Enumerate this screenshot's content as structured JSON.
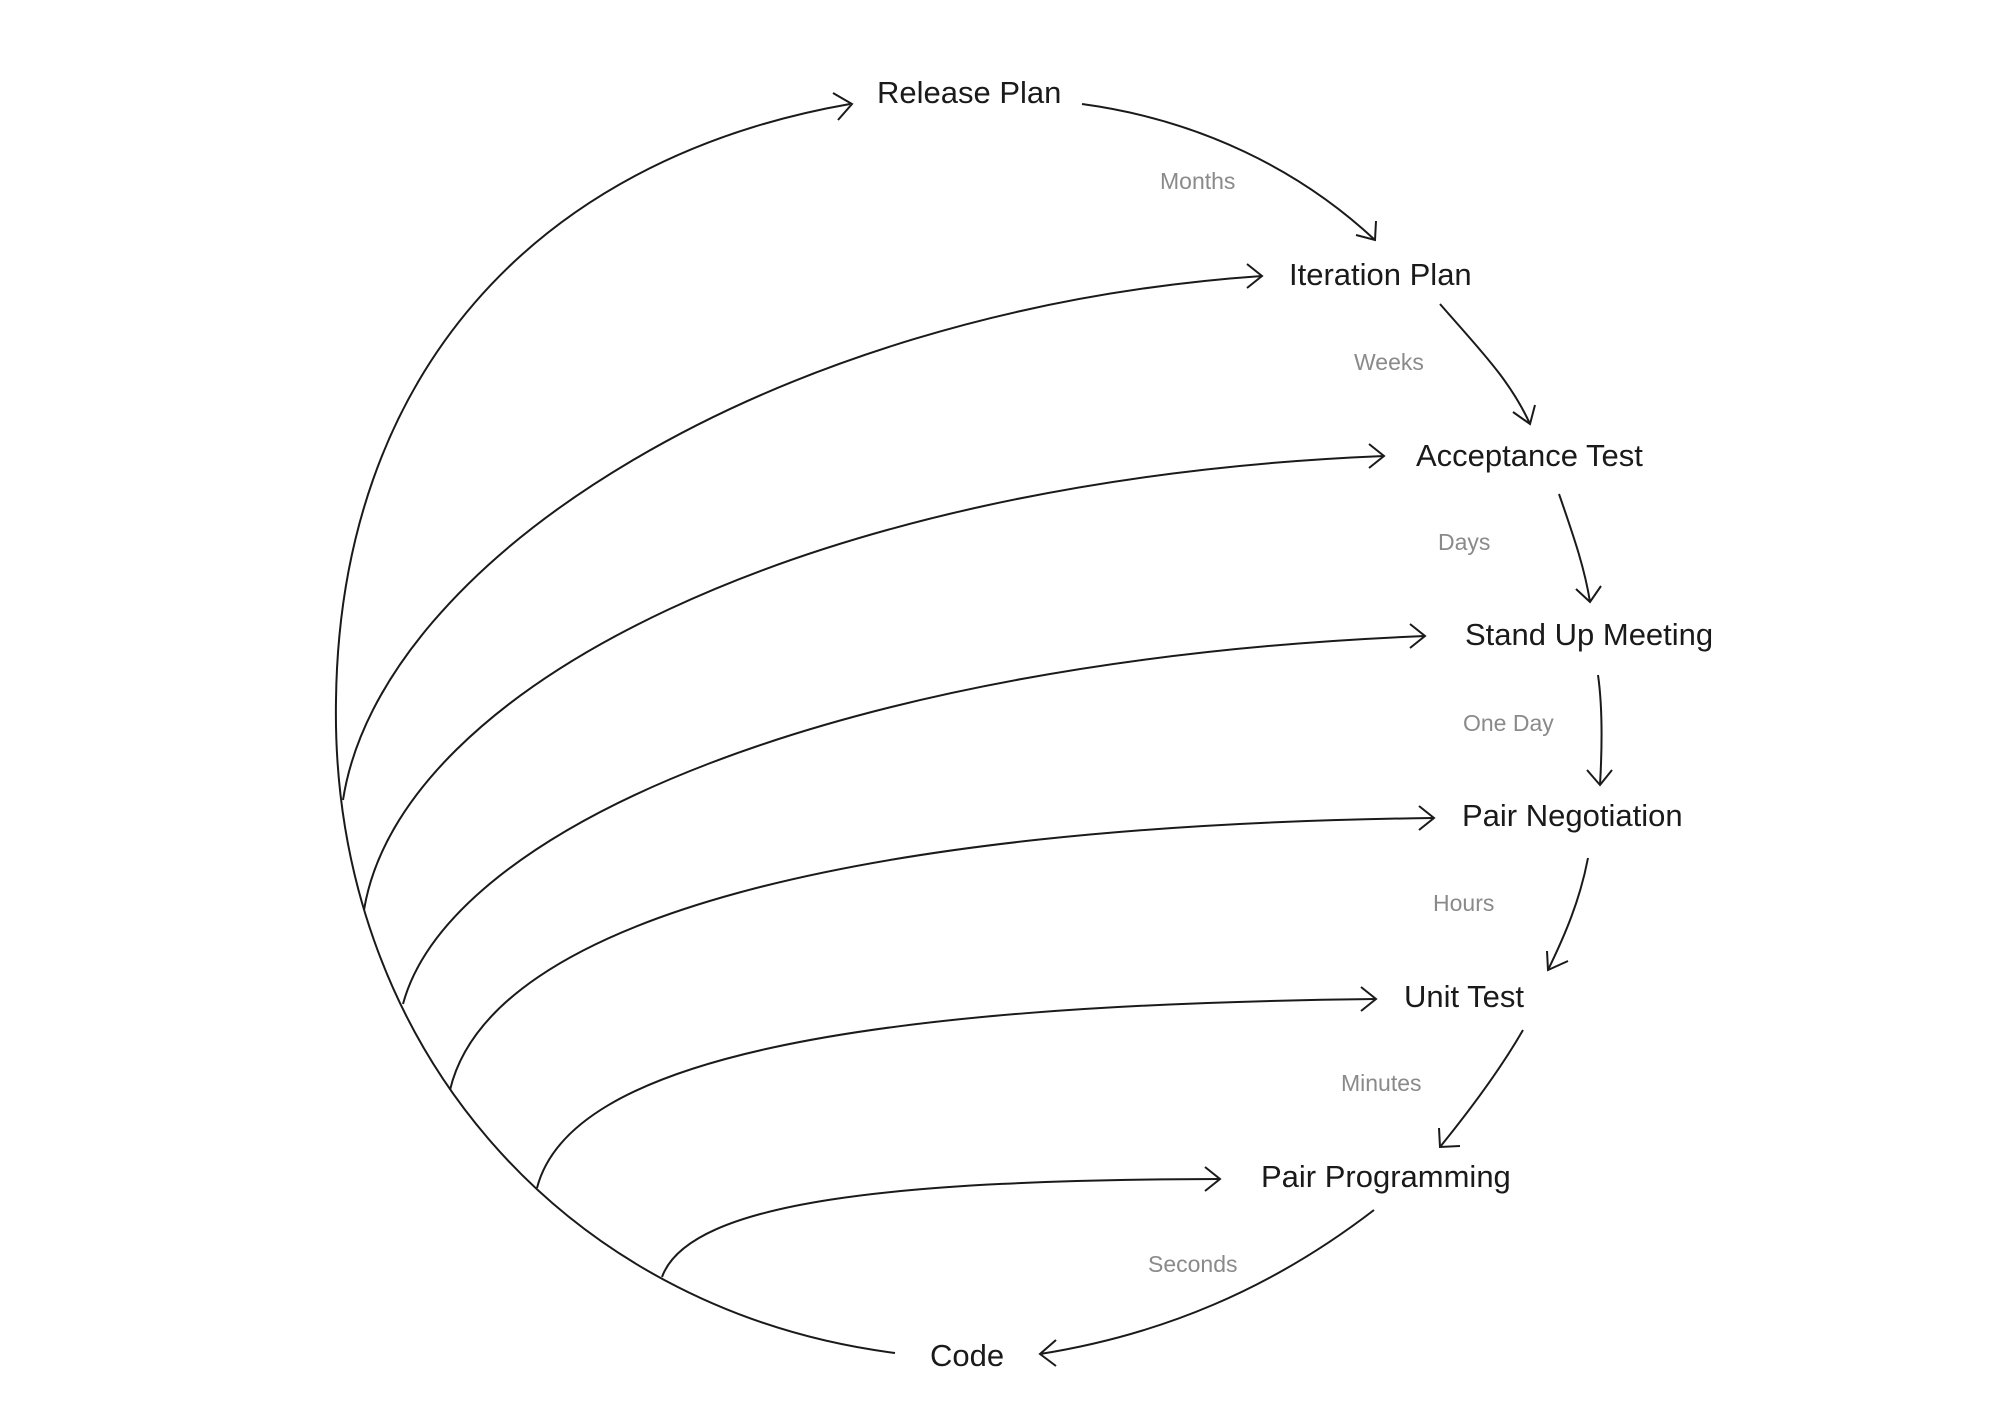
{
  "stages": [
    "Release Plan",
    "Iteration Plan",
    "Acceptance Test",
    "Stand Up Meeting",
    "Pair Negotiation",
    "Unit Test",
    "Pair Programming",
    "Code"
  ],
  "timescales": [
    "Months",
    "Weeks",
    "Days",
    "One Day",
    "Hours",
    "Minutes",
    "Seconds"
  ],
  "colors": {
    "line": "#1a1a1a",
    "stage_text": "#1a1a1a",
    "timescale_text": "#8a8a8a",
    "background": "#ffffff"
  }
}
